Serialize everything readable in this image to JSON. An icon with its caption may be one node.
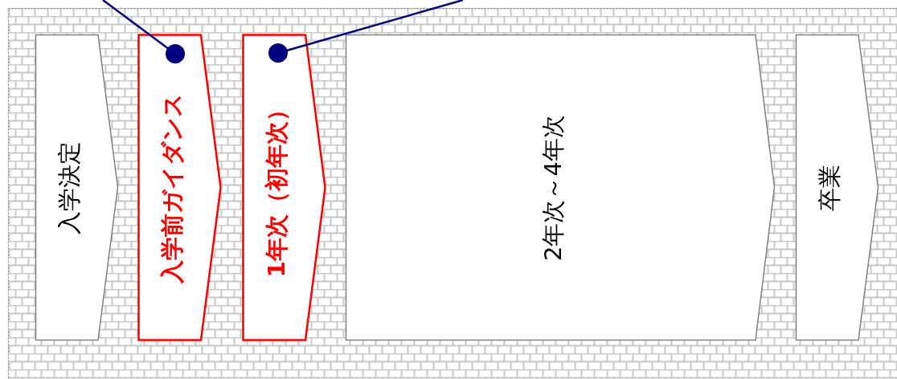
{
  "diagram": {
    "nodes": [
      {
        "text": [
          "入学決定"
        ]
      },
      {
        "text": [
          "入学前ガイダンス"
        ]
      },
      {
        "text": [
          "1年次（初年次）"
        ]
      },
      {
        "text": [
          "2年次～4年次"
        ]
      },
      {
        "text": [
          "卒業"
        ]
      }
    ],
    "edges": [
      {
        "from": null,
        "to": 1,
        "arrow": "other"
      },
      {
        "from": null,
        "to": 2,
        "arrow": "other"
      }
    ]
  }
}
